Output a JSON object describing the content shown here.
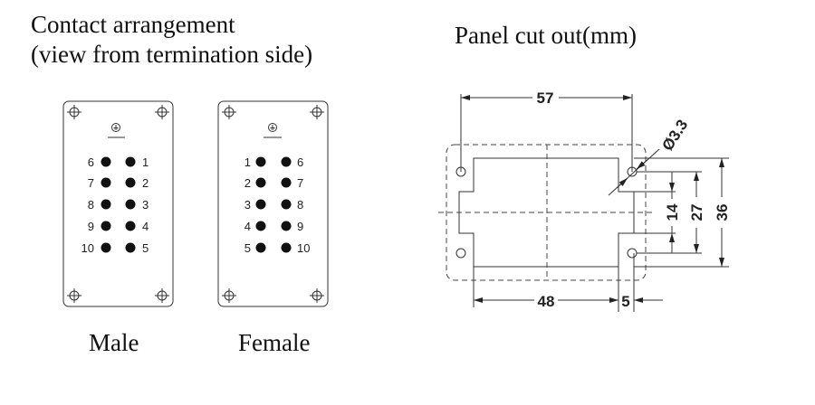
{
  "contact": {
    "title_line1": "Contact arrangement",
    "title_line2": "(view from termination side)",
    "male_label": "Male",
    "female_label": "Female",
    "male_pins": {
      "left": [
        "6",
        "7",
        "8",
        "9",
        "10"
      ],
      "right": [
        "1",
        "2",
        "3",
        "4",
        "5"
      ]
    },
    "female_pins": {
      "left": [
        "1",
        "2",
        "3",
        "4",
        "5"
      ],
      "right": [
        "6",
        "7",
        "8",
        "9",
        "10"
      ]
    },
    "ground_symbol": "ground-icon"
  },
  "panel": {
    "title": "Panel cut out(mm)",
    "dims": {
      "width_holes": "57",
      "width_cutout": "48",
      "offset": "5",
      "diameter": "Ø3.3",
      "h14": "14",
      "h27": "27",
      "h36": "36"
    }
  }
}
